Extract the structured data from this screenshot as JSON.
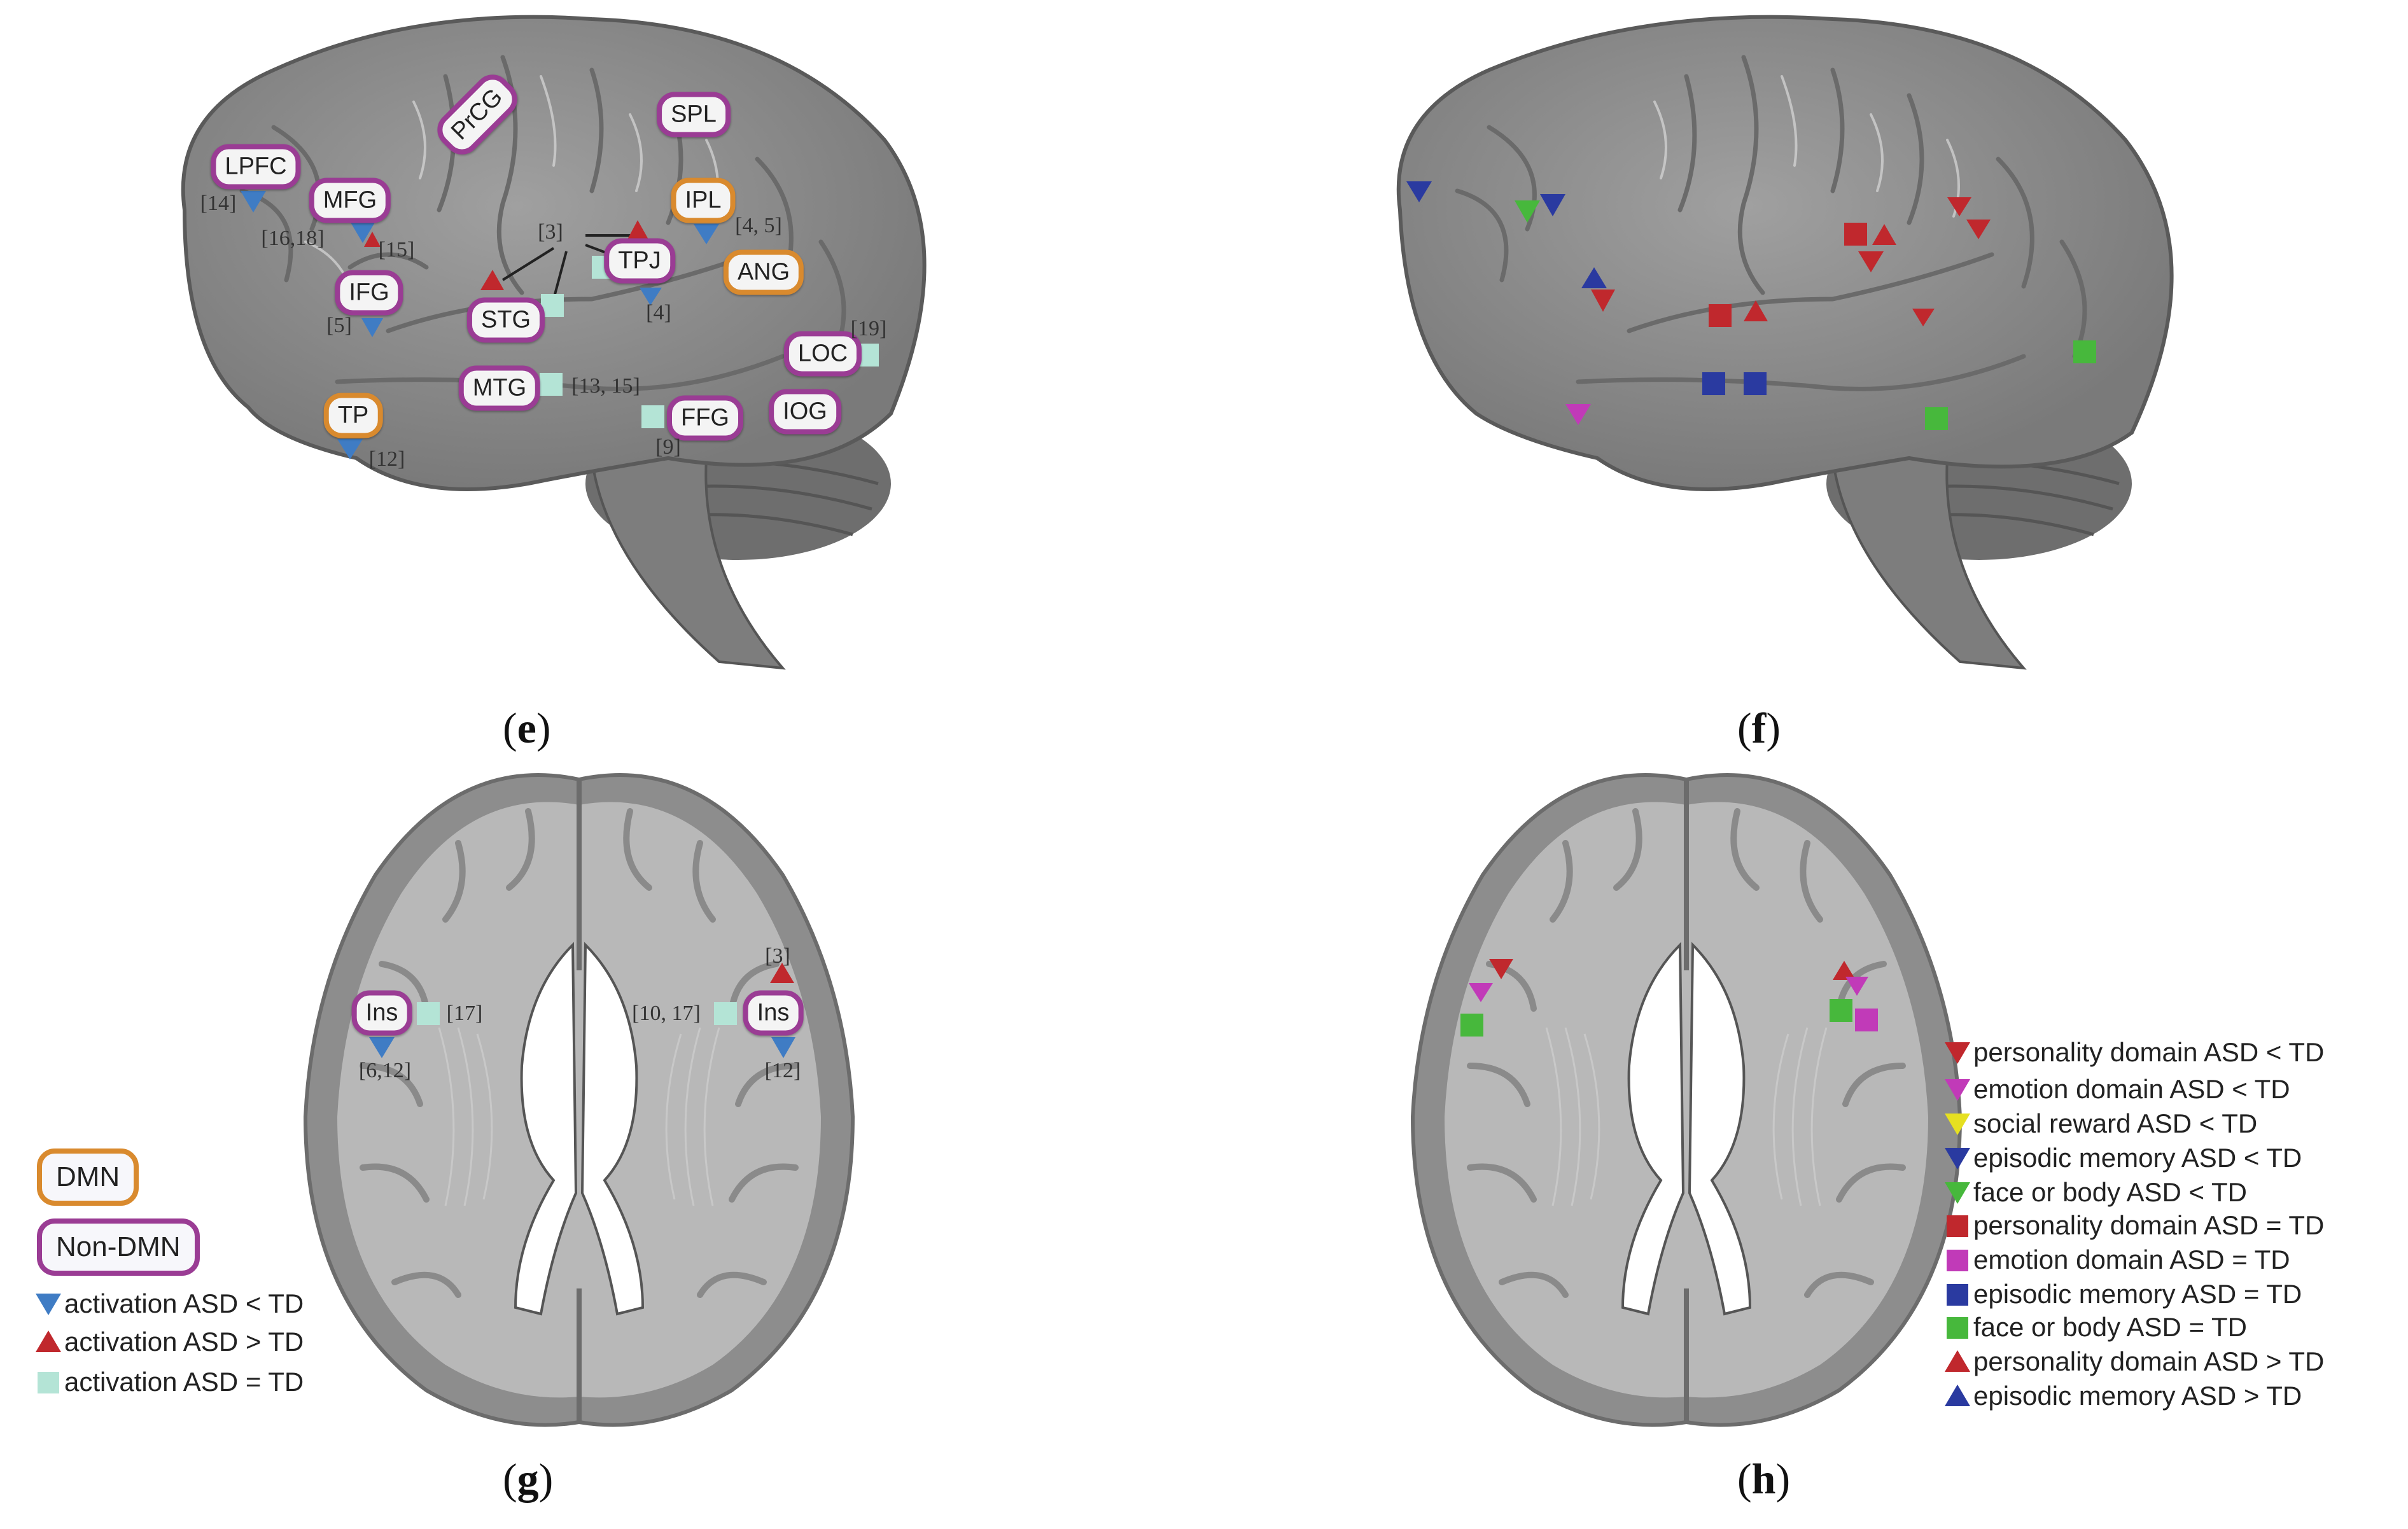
{
  "panels": {
    "e": {
      "label": "e",
      "regions": [
        {
          "name": "LPFC",
          "dmn": false
        },
        {
          "name": "MFG",
          "dmn": false
        },
        {
          "name": "PrCG",
          "dmn": false
        },
        {
          "name": "SPL",
          "dmn": false
        },
        {
          "name": "IPL",
          "dmn": true
        },
        {
          "name": "TPJ",
          "dmn": false
        },
        {
          "name": "ANG",
          "dmn": true
        },
        {
          "name": "IFG",
          "dmn": false
        },
        {
          "name": "STG",
          "dmn": false
        },
        {
          "name": "LOC",
          "dmn": false
        },
        {
          "name": "MTG",
          "dmn": false
        },
        {
          "name": "TP",
          "dmn": true
        },
        {
          "name": "IOG",
          "dmn": false
        },
        {
          "name": "FFG",
          "dmn": false
        }
      ],
      "citations": [
        "[14]",
        "[16,18]",
        "[15]",
        "[3]",
        "[4, 5]",
        "[5]",
        "[4]",
        "[19]",
        "[13, 15]",
        "[12]",
        "[9]"
      ]
    },
    "f": {
      "label": "f"
    },
    "g": {
      "label": "g",
      "regions": [
        {
          "name": "Ins",
          "dmn": false
        },
        {
          "name": "Ins",
          "dmn": false
        }
      ],
      "citations": [
        "[17]",
        "[6,12]",
        "[10, 17]",
        "[3]",
        "[12]"
      ],
      "legend": {
        "dmn": "DMN",
        "non_dmn": "Non-DMN",
        "items": [
          {
            "shape": "tri-down",
            "color": "#3f7cc4",
            "label": "activation ASD < TD"
          },
          {
            "shape": "tri-up",
            "color": "#c0282d",
            "label": "activation ASD > TD"
          },
          {
            "shape": "square",
            "color": "#b4e4d6",
            "label": "activation ASD = TD"
          }
        ]
      }
    },
    "h": {
      "label": "h",
      "legend": [
        {
          "shape": "tri-down",
          "color": "#c0282d",
          "label": "personality domain ASD < TD"
        },
        {
          "shape": "tri-down",
          "color": "#c13ab8",
          "label": "emotion domain ASD < TD"
        },
        {
          "shape": "tri-down",
          "color": "#e6e020",
          "label": "social reward ASD < TD"
        },
        {
          "shape": "tri-down",
          "color": "#2a3aa0",
          "label": "episodic memory ASD < TD"
        },
        {
          "shape": "tri-down",
          "color": "#47b83c",
          "label": "face or body ASD < TD"
        },
        {
          "shape": "square",
          "color": "#c0282d",
          "label": "personality domain ASD = TD"
        },
        {
          "shape": "square",
          "color": "#c13ab8",
          "label": "emotion domain ASD = TD"
        },
        {
          "shape": "square",
          "color": "#2a3aa0",
          "label": "episodic memory ASD = TD"
        },
        {
          "shape": "square",
          "color": "#47b83c",
          "label": "face or body ASD = TD"
        },
        {
          "shape": "tri-up",
          "color": "#c0282d",
          "label": "personality domain ASD > TD"
        },
        {
          "shape": "tri-up",
          "color": "#2a3aa0",
          "label": "episodic memory ASD > TD"
        }
      ]
    }
  },
  "colors": {
    "brain": "#8c8c8c",
    "brain_dark": "#6b6b6b",
    "brain_light": "#a8a8a8",
    "axial_fill": "#b8b8b8",
    "axial_grey": "#8a8a8a",
    "dmn_border": "#d98a2e",
    "non_dmn_border": "#9a3c94"
  }
}
